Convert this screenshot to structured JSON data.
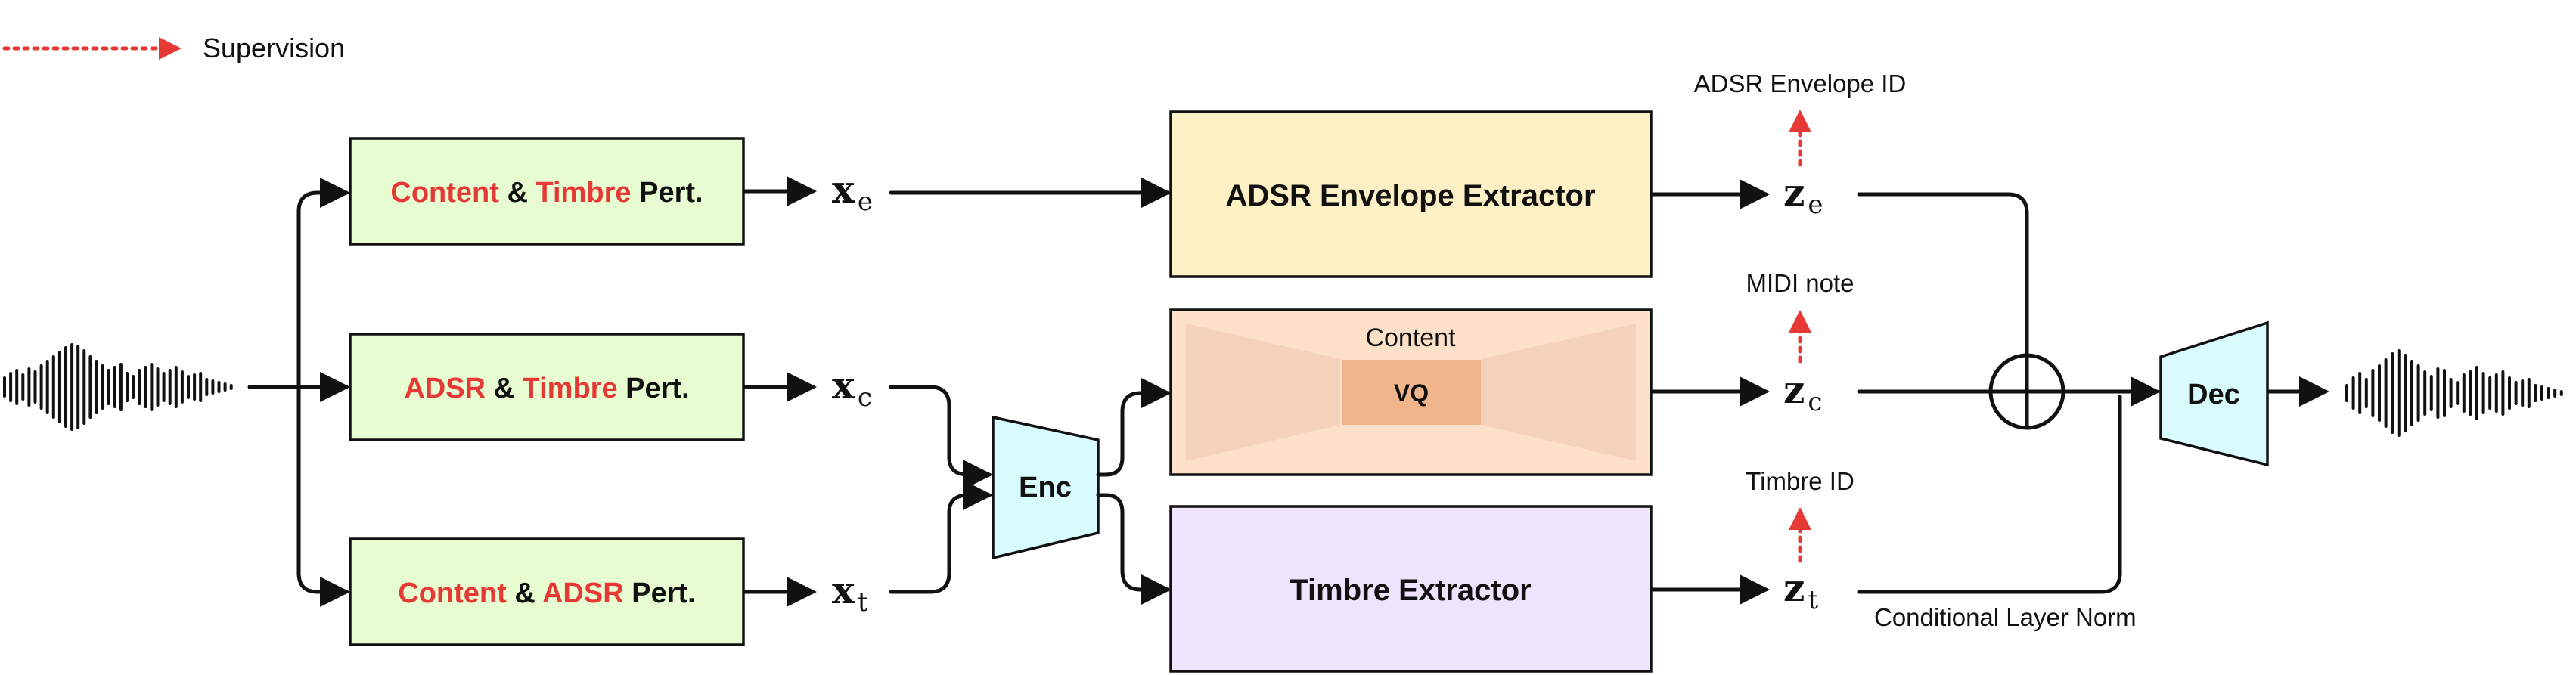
{
  "legend": {
    "supervision_label": "Supervision"
  },
  "perturbations": {
    "top": {
      "a": "Content",
      "and": "&",
      "b": "Timbre",
      "suffix": "Pert."
    },
    "middle": {
      "a": "ADSR",
      "and": "&",
      "b": "Timbre",
      "suffix": "Pert."
    },
    "bottom": {
      "a": "Content",
      "and": "&",
      "b": "ADSR",
      "suffix": "Pert."
    }
  },
  "variables": {
    "xe_main": "x",
    "xe_sub": "e",
    "xc_main": "x",
    "xc_sub": "c",
    "xt_main": "x",
    "xt_sub": "t",
    "ze_main": "z",
    "ze_sub": "e",
    "zc_main": "z",
    "zc_sub": "c",
    "zt_main": "z",
    "zt_sub": "t"
  },
  "modules": {
    "encoder": "Enc",
    "adsr_extractor": "ADSR Envelope Extractor",
    "content_label": "Content",
    "vq": "VQ",
    "timbre_extractor": "Timbre Extractor",
    "decoder": "Dec"
  },
  "supervision_targets": {
    "adsr": "ADSR Envelope ID",
    "midi": "MIDI note",
    "timbre": "Timbre ID"
  },
  "conditioning_label": "Conditional Layer Norm",
  "colors": {
    "red_accent": "#e53935",
    "perturb_fill": "#e8fcd2",
    "adsr_fill": "#fdf0c4",
    "content_fill": "#fde0c8",
    "vq_fill": "#f0b58a",
    "timbre_fill": "#ede4fd",
    "enc_dec_fill": "#d8fbfd"
  }
}
